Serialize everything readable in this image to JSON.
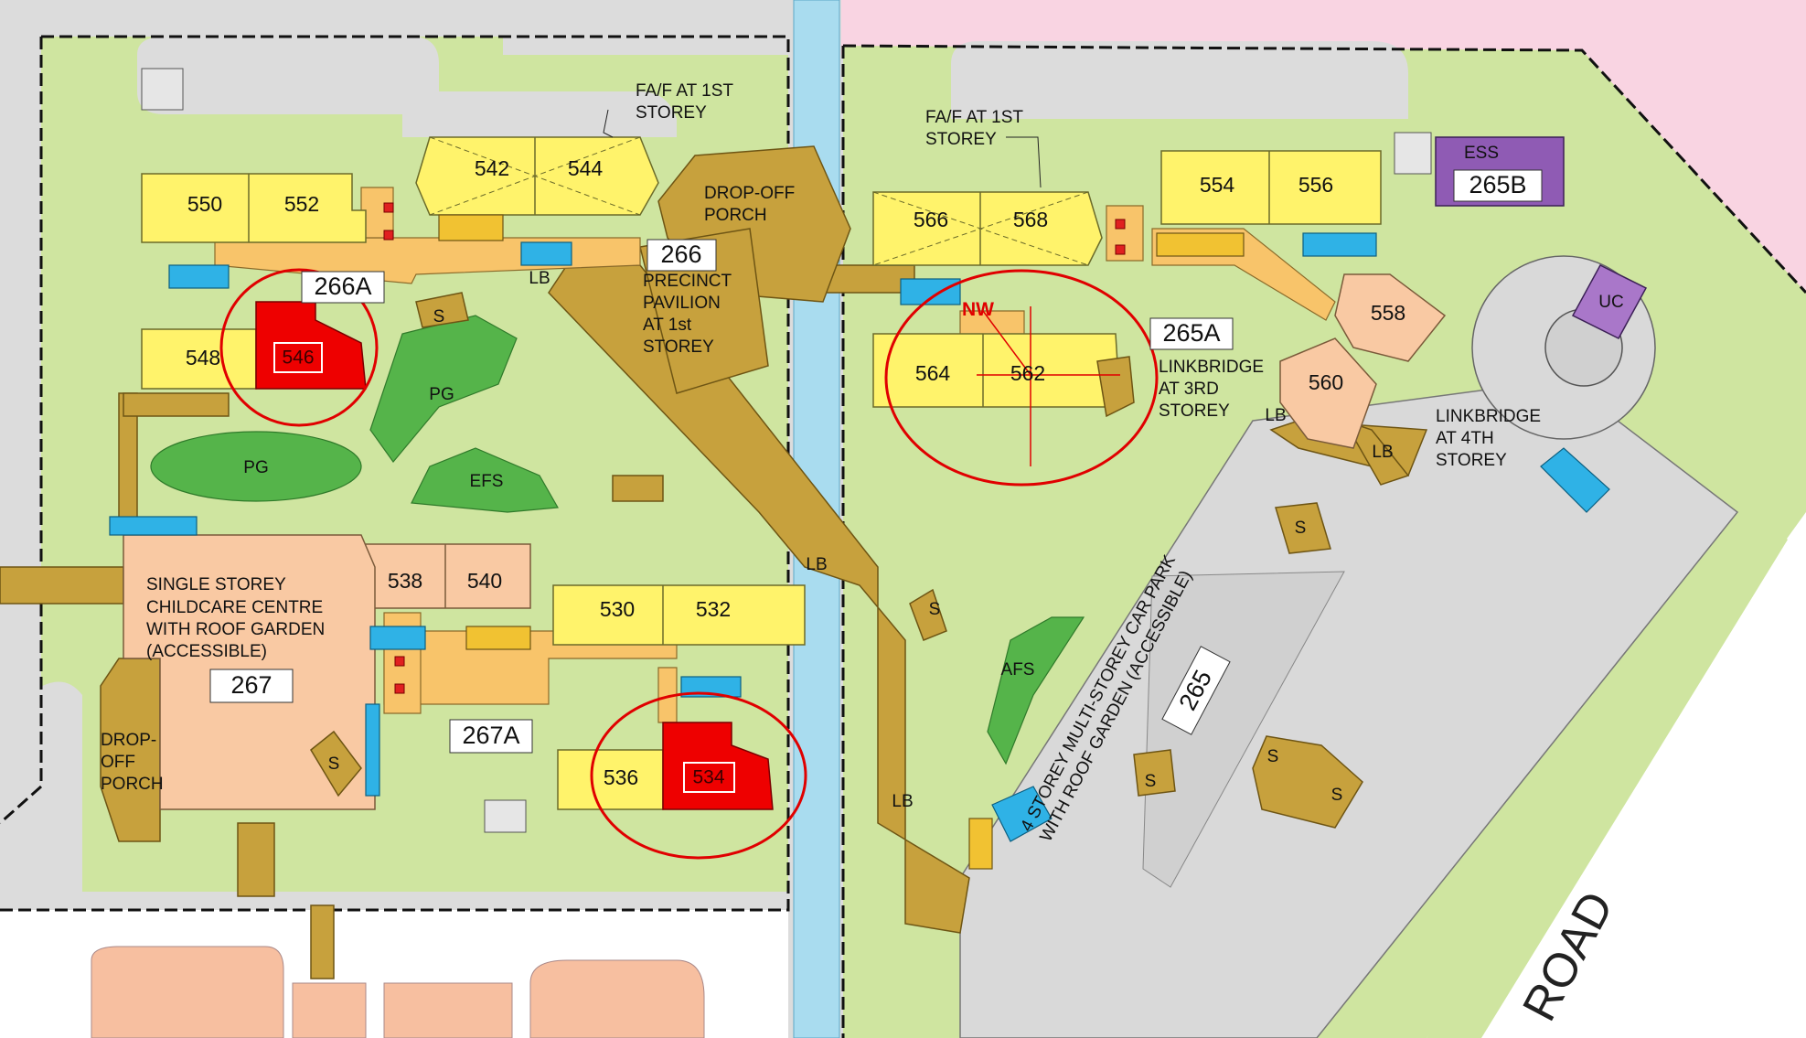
{
  "blocks": {
    "b550": "550",
    "b552": "552",
    "b542": "542",
    "b544": "544",
    "b548": "548",
    "b546": "546",
    "b538": "538",
    "b540": "540",
    "b530": "530",
    "b532": "532",
    "b536": "536",
    "b534": "534",
    "b566": "566",
    "b568": "568",
    "b554": "554",
    "b556": "556",
    "b564": "564",
    "b562": "562",
    "b558": "558",
    "b560": "560"
  },
  "tags": {
    "t266": "266",
    "t266A": "266A",
    "t267": "267",
    "t267A": "267A",
    "t265A": "265A",
    "t265B": "265B",
    "t265": "265"
  },
  "labels": {
    "faf_left_1": "FA/F AT 1ST",
    "faf_left_2": "STOREY",
    "faf_right_1": "FA/F AT 1ST",
    "faf_right_2": "STOREY",
    "dropoff_top_1": "DROP-OFF",
    "dropoff_top_2": "PORCH",
    "pavilion_1": "PRECINCT",
    "pavilion_2": "PAVILION",
    "pavilion_3": "AT 1st",
    "pavilion_4": "STOREY",
    "childcare_1": "SINGLE STOREY",
    "childcare_2": "CHILDCARE CENTRE",
    "childcare_3": "WITH ROOF GARDEN",
    "childcare_4": "(ACCESSIBLE)",
    "dropoff_left_1": "DROP-",
    "dropoff_left_2": "OFF",
    "dropoff_left_3": "PORCH",
    "link3_1": "LINKBRIDGE",
    "link3_2": "AT 3RD",
    "link3_3": "STOREY",
    "link4_1": "LINKBRIDGE",
    "link4_2": "AT 4TH",
    "link4_3": "STOREY",
    "carpark_1": "4 STOREY MULTI-STOREY CAR PARK",
    "carpark_2": "WITH ROOF GARDEN (ACCESSIBLE)",
    "ess": "ESS",
    "uc": "UC",
    "pg": "PG",
    "efs": "EFS",
    "afs": "AFS",
    "lb": "LB",
    "s": "S",
    "nw": "NW",
    "road": "ROAD"
  },
  "colors": {
    "grass": "#cfe5a0",
    "road": "#dcdcdc",
    "canal": "#a9dcef",
    "pink": "#f9d4e2",
    "residential": "#fff36b",
    "highlight": "#ee0000",
    "purple": "#8f5bb4",
    "accent_ring": "#e00000"
  }
}
